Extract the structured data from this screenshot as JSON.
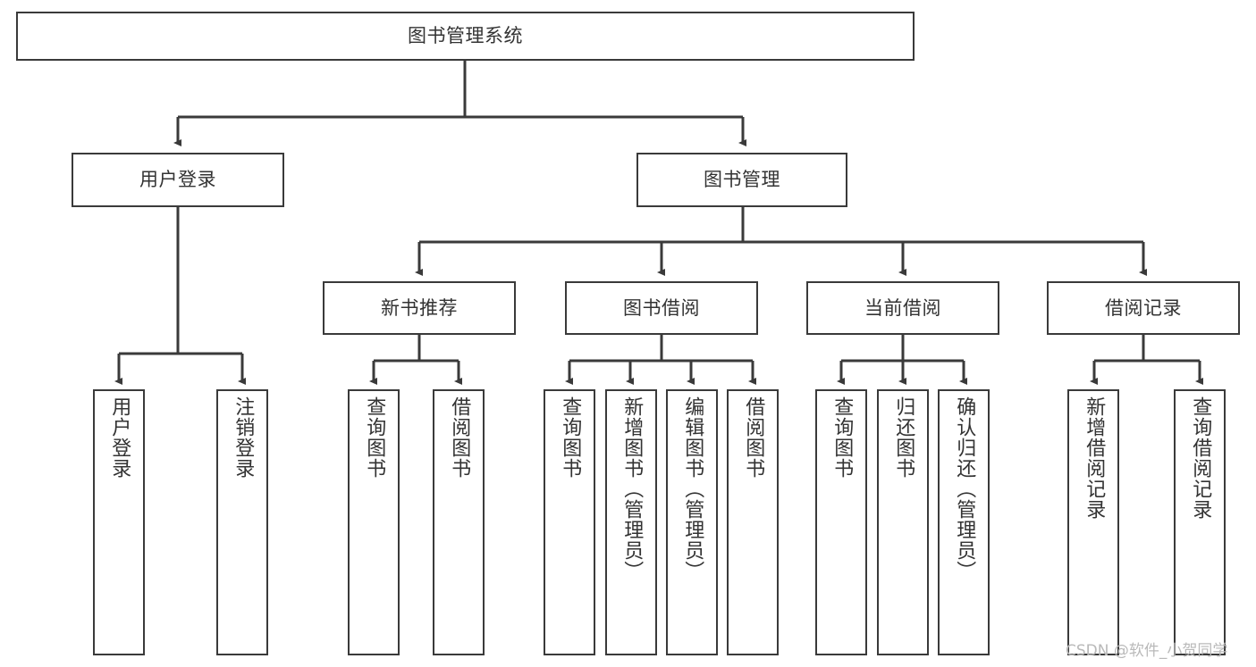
{
  "diagram": {
    "type": "tree",
    "title": "图书管理系统",
    "orientation": "top-down",
    "edge_color": "#3a3a3a",
    "box_border_color": "#3a3a3a",
    "box_fill_color": "#ffffff",
    "text_color": "#333333"
  },
  "watermark": {
    "text": "CSDN @软件_小贺同学",
    "color": "#b9b9b9"
  },
  "nodes": {
    "root": {
      "label": "图书管理系统"
    },
    "level1": [
      {
        "id": "user-login",
        "label": "用户登录"
      },
      {
        "id": "book-management",
        "label": "图书管理"
      }
    ],
    "level2": [
      {
        "id": "new-book-recommend",
        "label": "新书推荐"
      },
      {
        "id": "book-borrow",
        "label": "图书借阅"
      },
      {
        "id": "current-borrow",
        "label": "当前借阅"
      },
      {
        "id": "borrow-record",
        "label": "借阅记录"
      }
    ],
    "leaves": {
      "user-login": [
        {
          "id": "leaf-user-login",
          "label": "用户登录"
        },
        {
          "id": "leaf-logout-login",
          "label": "注销登录"
        }
      ],
      "new-book-recommend": [
        {
          "id": "leaf-query-book-1",
          "label": "查询图书"
        },
        {
          "id": "leaf-borrow-book-1",
          "label": "借阅图书"
        }
      ],
      "book-borrow": [
        {
          "id": "leaf-query-book-2",
          "label": "查询图书"
        },
        {
          "id": "leaf-add-book",
          "label": "新增图书（管理员）"
        },
        {
          "id": "leaf-edit-book",
          "label": "编辑图书（管理员）"
        },
        {
          "id": "leaf-borrow-book-2",
          "label": "借阅图书"
        }
      ],
      "current-borrow": [
        {
          "id": "leaf-query-book-3",
          "label": "查询图书"
        },
        {
          "id": "leaf-return-book",
          "label": "归还图书"
        },
        {
          "id": "leaf-confirm-return",
          "label": "确认归还（管理员）"
        }
      ],
      "borrow-record": [
        {
          "id": "leaf-add-record",
          "label": "新增借阅记录"
        },
        {
          "id": "leaf-query-record",
          "label": "查询借阅记录"
        }
      ]
    }
  }
}
